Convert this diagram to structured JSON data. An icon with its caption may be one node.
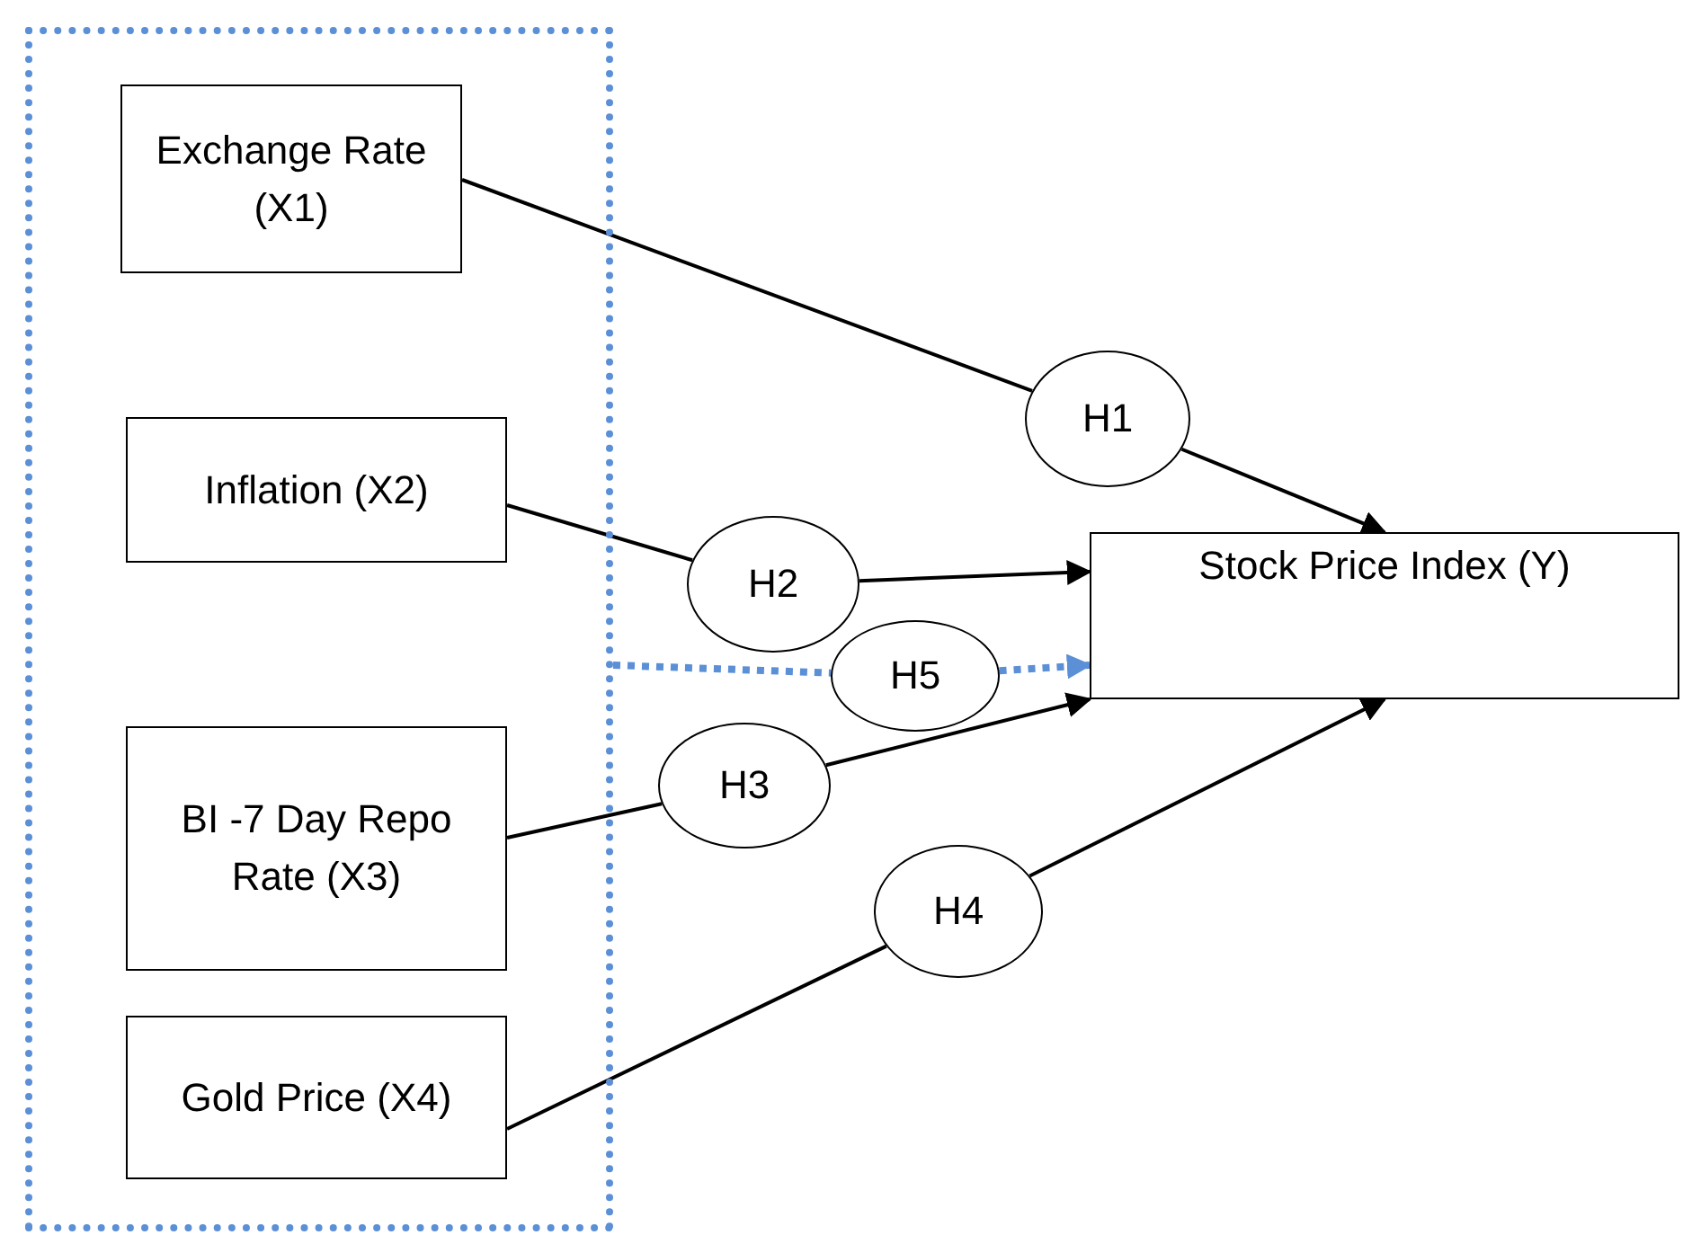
{
  "diagram": {
    "nodes": [
      {
        "text": [],
        "shape": "box"
      },
      {
        "text": [
          "Exchange Rate (X1)"
        ],
        "in": 0
      },
      {
        "text": [
          "Inflation (X2)"
        ],
        "in": 0
      },
      {
        "text": [
          "BI -7 Day Repo Rate (X3)"
        ],
        "in": 0
      },
      {
        "text": [
          "Gold Price (X4)"
        ],
        "in": 0
      },
      {
        "text": [
          "Stock Price Index (Y)"
        ]
      },
      {
        "text": [
          "H1"
        ]
      },
      {
        "text": [
          "H2"
        ]
      },
      {
        "text": [
          "H5"
        ]
      },
      {
        "text": [
          "H3"
        ]
      },
      {
        "text": [
          "H4"
        ]
      }
    ],
    "edges": [
      {
        "from": 1,
        "to": 6,
        "arrow": "none"
      },
      {
        "from": 6,
        "to": 5,
        "arrow": "to"
      },
      {
        "from": 2,
        "to": 7,
        "arrow": "none"
      },
      {
        "from": 7,
        "to": 5,
        "arrow": "to"
      },
      {
        "from": 0,
        "to": 8,
        "arrow": "none",
        "style": "dashed",
        "color": "#5b8fd6"
      },
      {
        "from": 8,
        "to": 5,
        "arrow": "to",
        "style": "dashed",
        "color": "#5b8fd6"
      },
      {
        "from": 3,
        "to": 9,
        "arrow": "none"
      },
      {
        "from": 9,
        "to": 5,
        "arrow": "to"
      },
      {
        "from": 4,
        "to": 10,
        "arrow": "none"
      },
      {
        "from": 10,
        "to": 5,
        "arrow": "to"
      }
    ]
  }
}
